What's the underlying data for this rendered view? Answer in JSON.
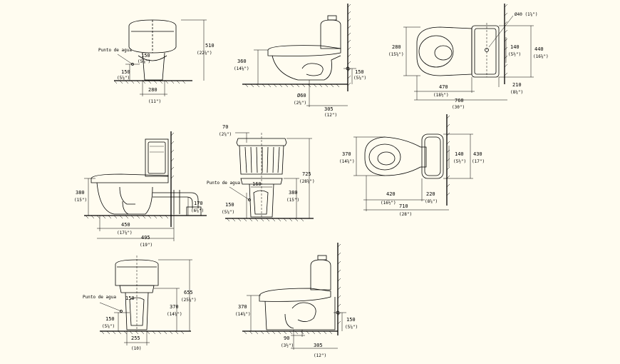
{
  "colors": {
    "background": "#fffcf0",
    "ink": "#000000"
  },
  "view1": {
    "height": "510",
    "height_in": "(22⅞\")",
    "supply_h": "150",
    "supply_h_in": "(5⅞\")",
    "bowl_w": "280",
    "bowl_w_in": "(11\")",
    "flange": "150",
    "flange_in": "(5⅞\")",
    "water_label": "Punto de agua"
  },
  "view2": {
    "height": "360",
    "height_in": "(14⅛\")",
    "supply_h": "150",
    "supply_h_in": "(5⅞\")",
    "dia": "Ø60",
    "dia_in": "(2⅜\")",
    "rough": "305",
    "rough_in": "(12\")"
  },
  "view3": {
    "depth": "280",
    "depth_in": "(15⅝\")",
    "tank_d": "140",
    "tank_d_in": "(5½\")",
    "width": "440",
    "width_in": "(16⅝\")",
    "hole": "Ø40 (1⅝\")",
    "bowl_l": "470",
    "bowl_l_in": "(18½\")",
    "total_l": "760",
    "total_l_in": "(30\")",
    "tank_w": "210",
    "tank_w_in": "(8¼\")"
  },
  "view4": {
    "height": "380",
    "height_in": "(15\")",
    "bowl_l": "450",
    "bowl_l_in": "(17⅞\")",
    "total_l": "495",
    "total_l_in": "(19\")",
    "supply_h": "170",
    "supply_h_in": "(6⅝\")"
  },
  "view5": {
    "lid": "70",
    "lid_in": "(2⅞\")",
    "height": "725",
    "height_in": "(28⅝\")",
    "seat_h": "380",
    "seat_h_in": "(15\")",
    "tank_sep": "160",
    "supply_h": "150",
    "supply_h_in": "(5⅞\")",
    "water_label": "Punto de agua"
  },
  "view6": {
    "width": "370",
    "width_in": "(14⅝\")",
    "tank_d": "140",
    "tank_d_in": "(5½\")",
    "depth": "430",
    "depth_in": "(17\")",
    "bowl_l": "420",
    "bowl_l_in": "(16½\")",
    "tank_w": "220",
    "tank_w_in": "(8⅝\")",
    "total_l": "710",
    "total_l_in": "(28\")"
  },
  "view7": {
    "height": "655",
    "height_in": "(25⅝\")",
    "seat_h": "370",
    "seat_h_in": "(14⅝\")",
    "sep": "150",
    "supply_h": "150",
    "supply_h_in": "(5⅞\")",
    "base_w": "255",
    "base_w_in": "(10)",
    "water_label": "Punto de agua"
  },
  "view8": {
    "height": "370",
    "height_in": "(14⅝\")",
    "supply_h": "150",
    "supply_h_in": "(5⅞\")",
    "dia": "90",
    "dia_in": "(3½\")",
    "rough": "305",
    "rough_in": "(12\")"
  }
}
